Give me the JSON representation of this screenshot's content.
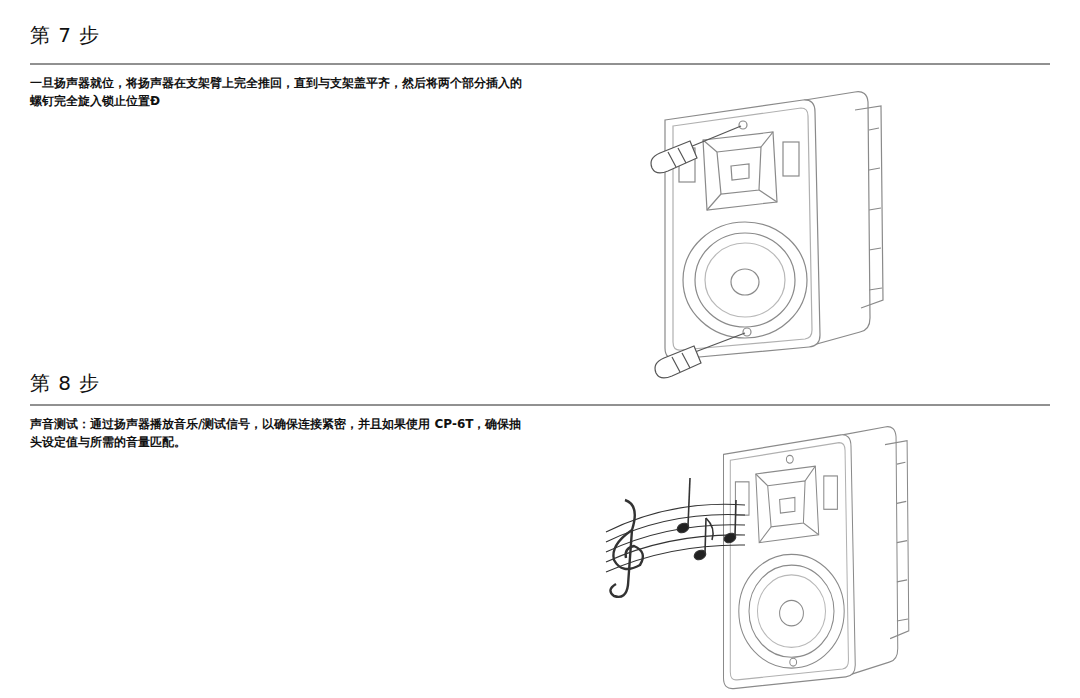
{
  "diagram": {
    "labels": [
      "第 7 步",
      "一旦扬声器就位，将扬声器在支架臂上完全推回，直到与支架盖平齐，然后将两个部分插入的螺钉完全旋入锁止位置Ð",
      "第 8 步",
      "声音测试：通过扬声器播放音乐/测试信号，以确保连接紧密，并且如果使用 CP-6T，确保抽头设定值与所需的音量匹配。"
    ]
  }
}
